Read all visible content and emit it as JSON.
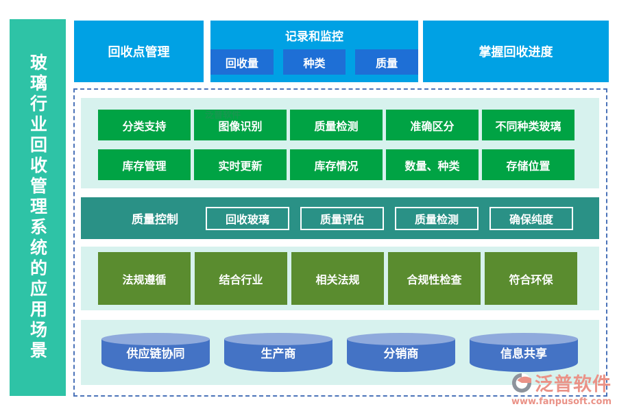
{
  "page": {
    "vertical_title": "玻璃行业回收管理系统的应用场景"
  },
  "top_row": {
    "recycle_point": "回收点管理",
    "record_monitor": {
      "title": "记录和监控",
      "items": [
        "回收量",
        "种类",
        "质量"
      ]
    },
    "progress": "掌握回收进度"
  },
  "classification_section": {
    "row1": [
      "分类支持",
      "图像识别",
      "质量检测",
      "准确区分",
      "不同种类玻璃"
    ],
    "row2": [
      "库存管理",
      "实时更新",
      "库存情况",
      "数量、种类",
      "存储位置"
    ]
  },
  "quality_section": {
    "label": "质量控制",
    "items": [
      "回收玻璃",
      "质量评估",
      "质量检测",
      "确保纯度"
    ]
  },
  "regulation_section": {
    "items": [
      "法规遵循",
      "结合行业",
      "相关法规",
      "合规性检查",
      "符合环保"
    ]
  },
  "supply_section": {
    "items": [
      "供应链协同",
      "生产商",
      "分销商",
      "信息共享"
    ]
  },
  "branding": {
    "watermark": "泛普软件",
    "logo_text": "泛普软件",
    "website": "www.fanpusoft.com"
  },
  "colors": {
    "sidebar_teal": "#2EC3A6",
    "top_blue": "#00A1E4",
    "sub_blue": "#1E6FD6",
    "green_box": "#00A344",
    "section_bg": "#D7F2EE",
    "teal_band": "#2A9186",
    "olive_box": "#5A8C2F",
    "cylinder_body": "#4473C5",
    "cylinder_top": "#8FAADC",
    "dashed_border": "#4A72B8",
    "logo_coral": "#EA9287"
  }
}
